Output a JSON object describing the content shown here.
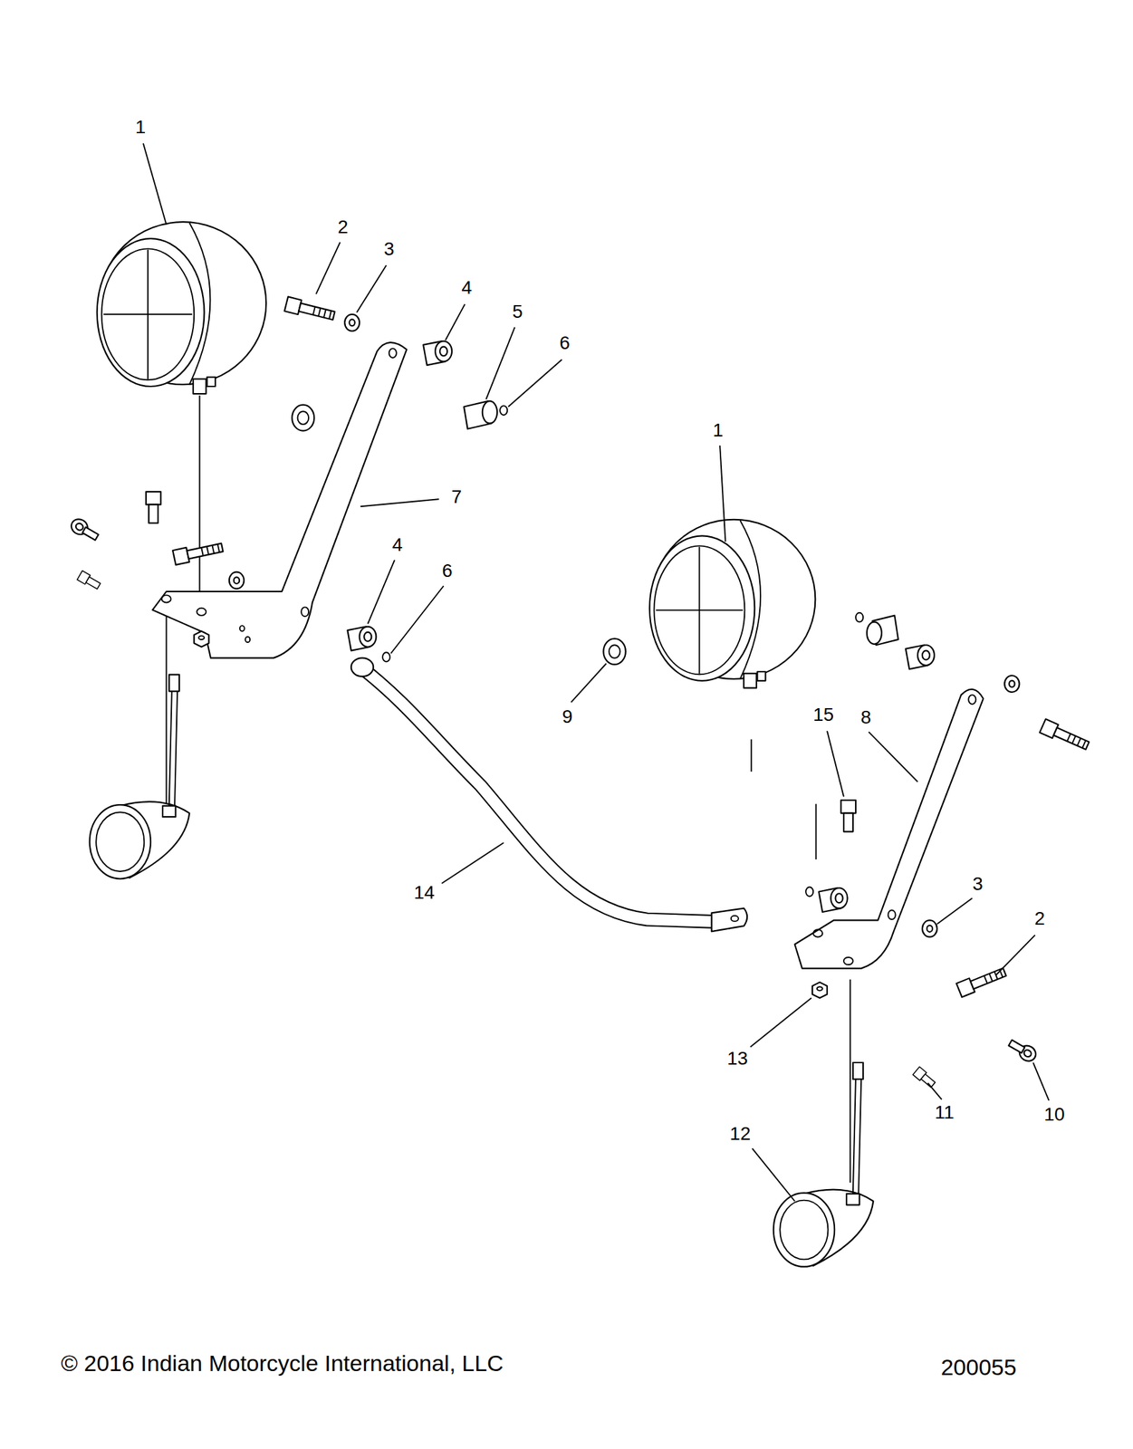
{
  "diagram": {
    "labels": [
      "1",
      "2",
      "3",
      "4",
      "5",
      "6",
      "7",
      "4",
      "6",
      "1",
      "9",
      "8",
      "15",
      "3",
      "2",
      "14",
      "13",
      "11",
      "10",
      "12",
      "© 2016 Indian Motorcycle International, LLC",
      "200055"
    ]
  }
}
